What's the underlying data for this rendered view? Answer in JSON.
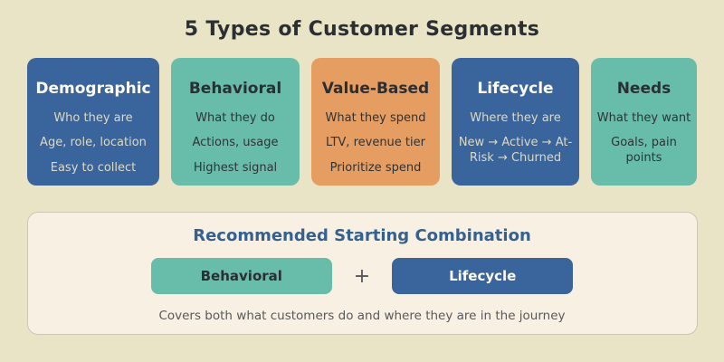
{
  "title": "5 Types of Customer Segments",
  "colors": {
    "page_background": "#e9e4c5",
    "card_blue": "#3a649c",
    "card_teal": "#68bcaa",
    "card_orange": "#e59d62",
    "panel_background": "#f7f0e3",
    "panel_border": "#ccc6b5",
    "heading_blue": "#36618f",
    "dark_text": "#2b2f33",
    "cream_text_on_blue": "#ded9c1"
  },
  "cards": [
    {
      "title": "Demographic",
      "subtitle": "Who they are",
      "detail": "Age, role, location",
      "note": "Easy to collect",
      "color": "#3a649c"
    },
    {
      "title": "Behavioral",
      "subtitle": "What they do",
      "detail": "Actions, usage",
      "note": "Highest signal",
      "color": "#68bcaa"
    },
    {
      "title": "Value-Based",
      "subtitle": "What they spend",
      "detail": "LTV, revenue tier",
      "note": "Prioritize spend",
      "color": "#e59d62"
    },
    {
      "title": "Lifecycle",
      "subtitle": "Where they are",
      "detail": "New → Active → At-Risk → Churned",
      "color": "#3a649c"
    },
    {
      "title": "Needs",
      "subtitle": "What they want",
      "detail": "Goals, pain points",
      "color": "#68bcaa"
    }
  ],
  "recommendation": {
    "heading": "Recommended Starting Combination",
    "option_a": "Behavioral",
    "separator": "+",
    "option_b": "Lifecycle",
    "caption": "Covers both what customers do and where they are in the journey"
  }
}
